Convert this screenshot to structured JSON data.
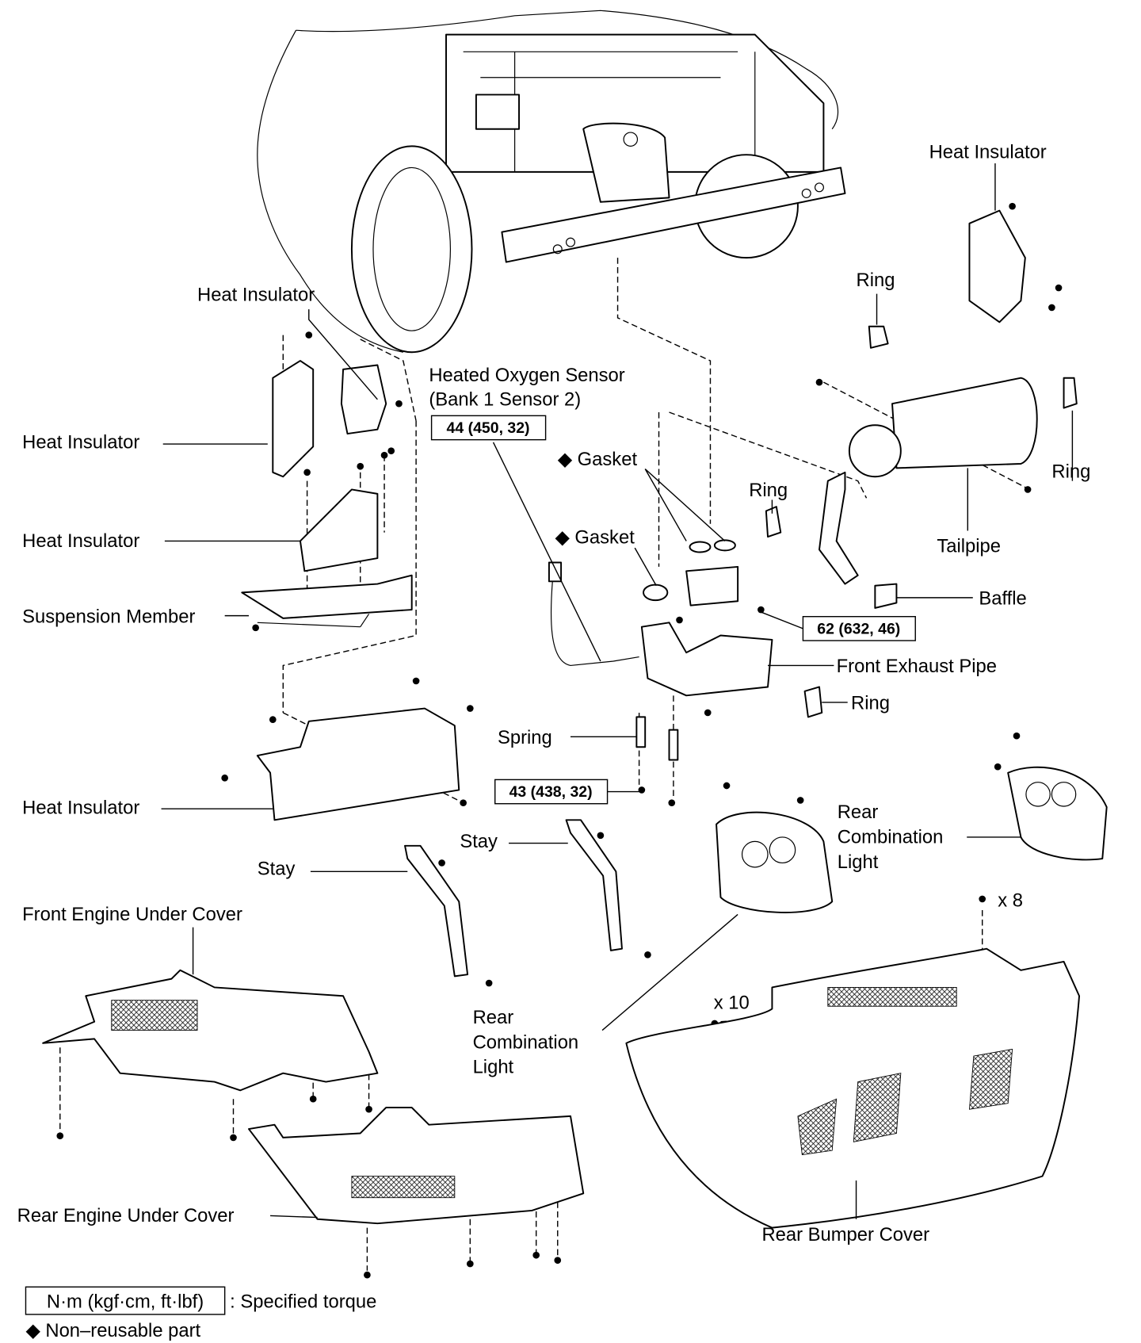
{
  "labels": {
    "heat_insulator_top_right": "Heat Insulator",
    "ring_top": "Ring",
    "heat_insulator_top_left": "Heat Insulator",
    "oxygen_sensor_line1": "Heated Oxygen Sensor",
    "oxygen_sensor_line2": "(Bank 1 Sensor 2)",
    "gasket_upper": "◆ Gasket",
    "heat_insulator_left_1": "Heat Insulator",
    "ring_right": "Ring",
    "ring_middle": "Ring",
    "gasket_lower": "◆ Gasket",
    "heat_insulator_left_2": "Heat Insulator",
    "tailpipe": "Tailpipe",
    "baffle": "Baffle",
    "suspension_member": "Suspension Member",
    "front_exhaust_pipe": "Front Exhaust Pipe",
    "ring_lower": "Ring",
    "spring": "Spring",
    "heat_insulator_left_3": "Heat Insulator",
    "rear_combination_light_right": [
      "Rear",
      "Combination",
      "Light"
    ],
    "stay_right": "Stay",
    "stay_left": "Stay",
    "clip_count_8": "x 8",
    "front_engine_under_cover": "Front Engine Under Cover",
    "clip_count_10": "x 10",
    "rear_combination_light_left": [
      "Rear",
      "Combination",
      "Light"
    ],
    "rear_engine_under_cover": "Rear Engine Under Cover",
    "rear_bumper_cover": "Rear Bumper Cover"
  },
  "torque_specs": {
    "oxygen_sensor": "44 (450, 32)",
    "front_exhaust_pipe_nuts": "62 (632, 46)",
    "spring_bolts": "43 (438, 32)"
  },
  "legend": {
    "torque_units": "N·m (kgf·cm, ft·lbf)",
    "torque_desc": ": Specified torque",
    "non_reusable": "◆ Non–reusable part"
  }
}
